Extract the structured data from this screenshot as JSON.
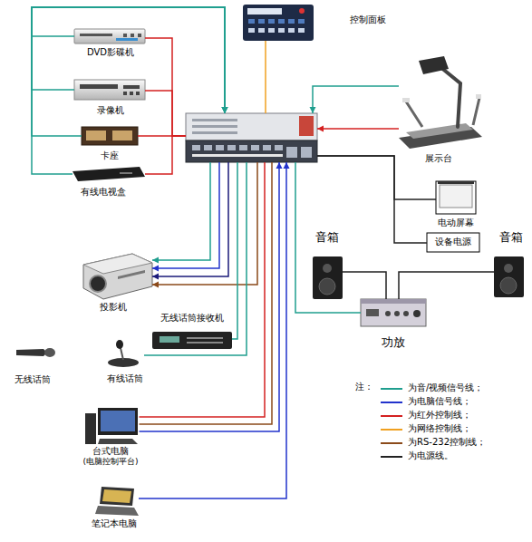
{
  "diagram": {
    "nodes": [
      {
        "text": [
          "DVD影碟机"
        ]
      },
      {
        "text": [
          "控制面板"
        ]
      },
      {
        "text": [
          "录像机"
        ]
      },
      {
        "text": []
      },
      {
        "text": [
          "展示台"
        ]
      },
      {
        "text": [
          "卡座"
        ]
      },
      {
        "text": [
          "有线电视盒"
        ]
      },
      {
        "text": [
          "电动屏幕"
        ]
      },
      {
        "text": [
          "音箱"
        ]
      },
      {
        "text": [
          "设备电源"
        ]
      },
      {
        "text": [
          "音箱"
        ]
      },
      {
        "text": [
          "投影机"
        ]
      },
      {
        "text": [
          "功放"
        ]
      },
      {
        "text": [
          "无线话筒接收机"
        ]
      },
      {
        "text": [
          "无线话筒"
        ]
      },
      {
        "text": [
          "有线话筒"
        ]
      },
      {
        "text": [
          "台式电脑",
          "(电脑控制平台)"
        ]
      },
      {
        "text": [
          "笔记本电脑"
        ]
      }
    ],
    "edges": [
      {
        "from": 0,
        "to": 3,
        "arrow": "to"
      },
      {
        "from": 2,
        "to": 3,
        "arrow": "to"
      },
      {
        "from": 5,
        "to": 3,
        "arrow": "to"
      },
      {
        "from": 6,
        "to": 3,
        "arrow": "to"
      },
      {
        "from": 3,
        "to": 0,
        "arrow": "none"
      },
      {
        "from": 3,
        "to": 2,
        "arrow": "none"
      },
      {
        "from": 3,
        "to": 5,
        "arrow": "none"
      },
      {
        "from": 3,
        "to": 6,
        "arrow": "none"
      },
      {
        "from": 1,
        "to": 3,
        "arrow": "none"
      },
      {
        "from": 4,
        "to": 3,
        "arrow": "to"
      },
      {
        "from": 4,
        "to": 3,
        "arrow": "to"
      },
      {
        "from": 3,
        "to": 7,
        "arrow": "none"
      },
      {
        "from": 3,
        "to": 9,
        "arrow": "none"
      },
      {
        "from": 3,
        "to": 11,
        "arrow": "to"
      },
      {
        "from": 3,
        "to": 11,
        "arrow": "to"
      },
      {
        "from": 3,
        "to": 11,
        "arrow": "to"
      },
      {
        "from": 3,
        "to": 11,
        "arrow": "to"
      },
      {
        "from": 13,
        "to": 3,
        "arrow": "none"
      },
      {
        "from": 15,
        "to": 3,
        "arrow": "none"
      },
      {
        "from": 3,
        "to": 12,
        "arrow": "none"
      },
      {
        "from": 12,
        "to": 8,
        "arrow": "none"
      },
      {
        "from": 12,
        "to": 10,
        "arrow": "none"
      },
      {
        "from": 16,
        "to": 3,
        "arrow": "none"
      },
      {
        "from": 16,
        "to": 3,
        "arrow": "none"
      },
      {
        "from": 16,
        "to": 3,
        "arrow": "to"
      },
      {
        "from": 17,
        "to": 3,
        "arrow": "to"
      }
    ],
    "labels": [
      "注："
    ],
    "legend": [
      {
        "text": "为音/视频信号线；",
        "color": "#1f9e8e"
      },
      {
        "text": "为电脑信号线；",
        "color": "#2233cc"
      },
      {
        "text": "为红外控制线；",
        "color": "#d42020"
      },
      {
        "text": "为网络控制线；",
        "color": "#f0a020"
      },
      {
        "text": "为RS-232控制线；",
        "color": "#8b4a1a"
      },
      {
        "text": "为电源线。",
        "color": "#222222"
      }
    ]
  }
}
